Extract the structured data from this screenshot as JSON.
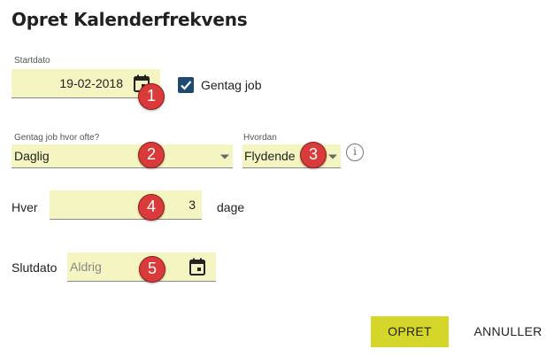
{
  "dialog": {
    "title": "Opret Kalenderfrekvens"
  },
  "start_date": {
    "label": "Startdato",
    "value": "19-02-2018",
    "icon": "calendar-icon"
  },
  "repeat": {
    "label": "Gentag job",
    "checked": true
  },
  "frequency": {
    "label": "Gentag job hvor ofte?",
    "value": "Daglig"
  },
  "mode": {
    "label": "Hvordan",
    "value": "Flydende",
    "info_icon": "info-icon"
  },
  "interval": {
    "prefix": "Hver",
    "value": "3",
    "suffix": "dage"
  },
  "end_date": {
    "label": "Slutdato",
    "placeholder": "Aldrig",
    "icon": "calendar-icon"
  },
  "markers": [
    "1",
    "2",
    "3",
    "4",
    "5"
  ],
  "buttons": {
    "create": "OPRET",
    "cancel": "ANNULLER"
  },
  "colors": {
    "field_bg": "#f5f5c2",
    "primary": "#d5d62a",
    "checkbox": "#1d4a73",
    "marker": "#d93b3b"
  }
}
